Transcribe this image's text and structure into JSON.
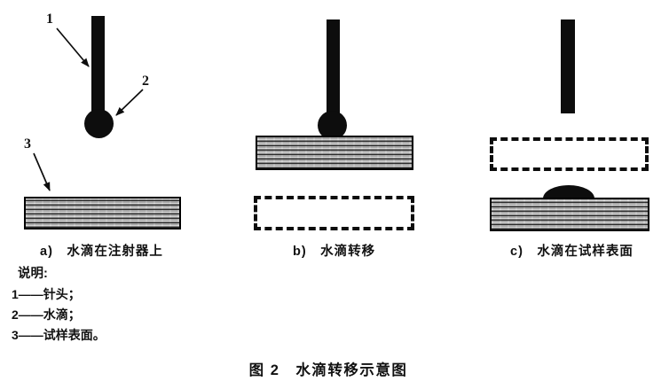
{
  "figure": {
    "title": "图 2　水滴转移示意图",
    "background": "#ffffff",
    "ink_color": "#0d0d0d",
    "surface_fill": "#c6c6c6",
    "panels": [
      {
        "caption": "a)　水滴在注射器上"
      },
      {
        "caption": "b)　水滴转移"
      },
      {
        "caption": "c)　水滴在试样表面"
      }
    ],
    "callouts": {
      "needle": "1",
      "droplet": "2",
      "surface": "3"
    },
    "legend": {
      "heading": "说明:",
      "items": [
        "1——针头；",
        "2——水滴；",
        "3——试样表面。"
      ]
    }
  }
}
